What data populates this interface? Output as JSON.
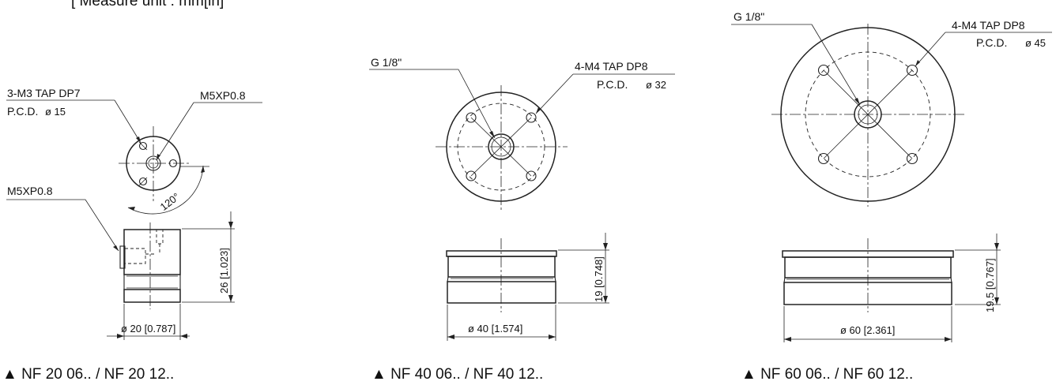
{
  "header": {
    "measure_unit": "[ Measure unit : mm[in]"
  },
  "models": [
    {
      "caption": "▲ NF 20 06.. / NF 20 12..",
      "tap_label": "3-M3 TAP DP7",
      "pcd_label": "P.C.D.",
      "pcd_value": "ø 15",
      "port_top_label": "M5XP0.8",
      "port_side_label": "M5XP0.8",
      "angle_label": "120°",
      "height_label": "26 [1.023]",
      "diameter_label": "ø 20 [0.787]"
    },
    {
      "caption": "▲ NF 40 06.. / NF 40 12..",
      "port_label": "G 1/8\"",
      "tap_label": "4-M4 TAP DP8",
      "pcd_label": "P.C.D.",
      "pcd_value": "ø 32",
      "height_label": "19 [0.748]",
      "diameter_label": "ø 40 [1.574]"
    },
    {
      "caption": "▲ NF 60 06.. / NF 60 12..",
      "port_label": "G 1/8\"",
      "tap_label": "4-M4 TAP DP8",
      "pcd_label": "P.C.D.",
      "pcd_value": "ø 45",
      "height_label": "19.5 [0.767]",
      "diameter_label": "ø 60 [2.361]"
    }
  ]
}
